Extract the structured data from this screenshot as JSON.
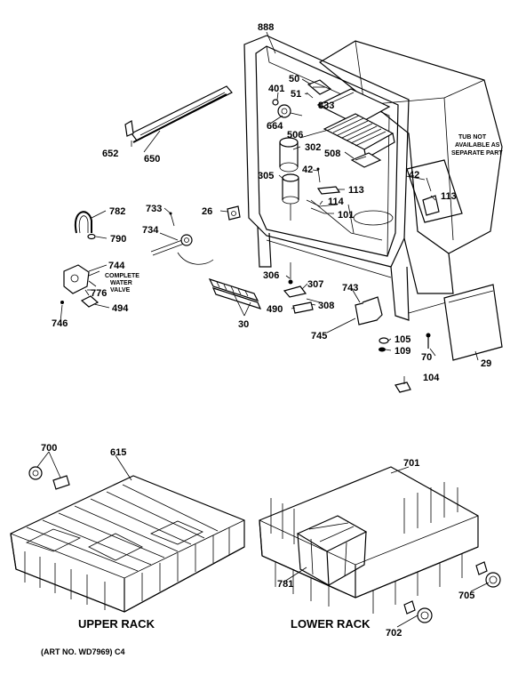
{
  "labels": {
    "l888": "888",
    "l50": "50",
    "l51": "51",
    "l401": "401",
    "l833": "833",
    "l664": "664",
    "l506": "506",
    "l302": "302",
    "l508": "508",
    "l42a": "42",
    "l305": "305",
    "l113a": "113",
    "l114": "114",
    "l101": "101",
    "l42b": "42",
    "l113b": "113",
    "l652": "652",
    "l650": "650",
    "l782": "782",
    "l733": "733",
    "l26": "26",
    "l790": "790",
    "l734": "734",
    "l744": "744",
    "l776": "776",
    "l494": "494",
    "l746": "746",
    "l30": "30",
    "l306": "306",
    "l307": "307",
    "l743": "743",
    "l490": "490",
    "l308": "308",
    "l745": "745",
    "l105": "105",
    "l109": "109",
    "l70": "70",
    "l29": "29",
    "l104": "104",
    "l700": "700",
    "l615": "615",
    "l701": "701",
    "l781": "781",
    "l705": "705",
    "l702": "702"
  },
  "notes": {
    "tub_line1": "TUB NOT",
    "tub_line2": "AVAILABLE AS",
    "tub_line3": "SEPARATE PART",
    "valve_line1": "COMPLETE",
    "valve_line2": "WATER",
    "valve_line3": "VALVE"
  },
  "captions": {
    "upper_rack": "UPPER RACK",
    "lower_rack": "LOWER RACK",
    "art_no": "(ART NO. WD7969)  C4"
  }
}
